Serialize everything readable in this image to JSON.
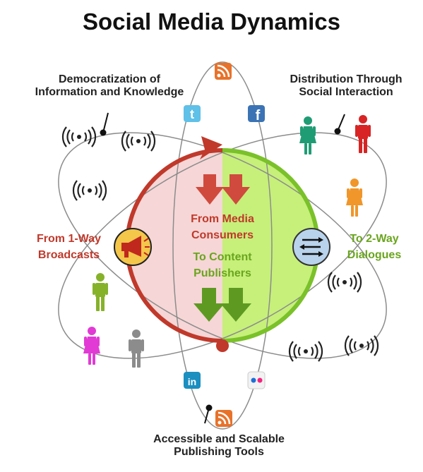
{
  "title": "Social Media Dynamics",
  "labels": {
    "top_left": [
      "Democratization of",
      "Information and Knowledge"
    ],
    "top_right": [
      "Distribution Through",
      "Social Interaction"
    ],
    "bottom": [
      "Accessible and Scalable",
      "Publishing Tools"
    ],
    "left": [
      "From 1-Way",
      "Broadcasts"
    ],
    "right": [
      "To 2-Way",
      "Dialogues"
    ],
    "center_top": [
      "From Media",
      "Consumers"
    ],
    "center_bottom": [
      "To Content",
      "Publishers"
    ]
  },
  "icons": {
    "rss": "rss-icon",
    "twitter": "twitter-icon",
    "facebook": "facebook-icon",
    "linkedin": "linkedin-icon",
    "flickr": "flickr-icon",
    "megaphone": "megaphone-icon",
    "exchange": "exchange-arrows-icon",
    "broadcast": "broadcast-waves-icon",
    "person": "person-icon"
  },
  "service_text": {
    "twitter": "t",
    "facebook": "f",
    "linkedin": "in"
  },
  "colors": {
    "red": "#c0392b",
    "green": "#7ac12a",
    "left_fill": "#f6d6d6",
    "right_fill": "#c6f07a",
    "orbit": "#8c8c8c",
    "rss": "#e8722a",
    "twitter": "#5fc0e8",
    "facebook": "#3b73b5",
    "linkedin": "#1a8fc0",
    "megaphone_bg": "#f4c64a",
    "exchange_bg": "#b9d3ec"
  }
}
